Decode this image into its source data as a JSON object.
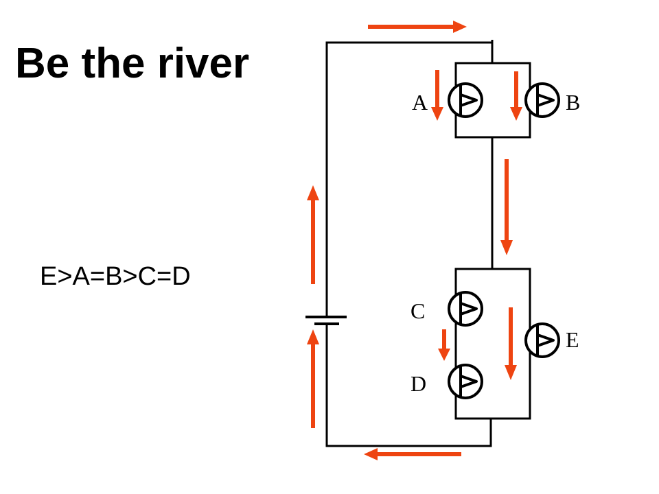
{
  "slide": {
    "title": "Be the river",
    "brightness_order": "E>A=B>C=D"
  },
  "circuit": {
    "bulbs": [
      {
        "id": "A",
        "label": "A"
      },
      {
        "id": "B",
        "label": "B"
      },
      {
        "id": "C",
        "label": "C"
      },
      {
        "id": "D",
        "label": "D"
      },
      {
        "id": "E",
        "label": "E"
      }
    ]
  },
  "colors": {
    "current_arrow": "#ee4411",
    "wire": "#000000",
    "text": "#000000",
    "background": "#ffffff"
  }
}
